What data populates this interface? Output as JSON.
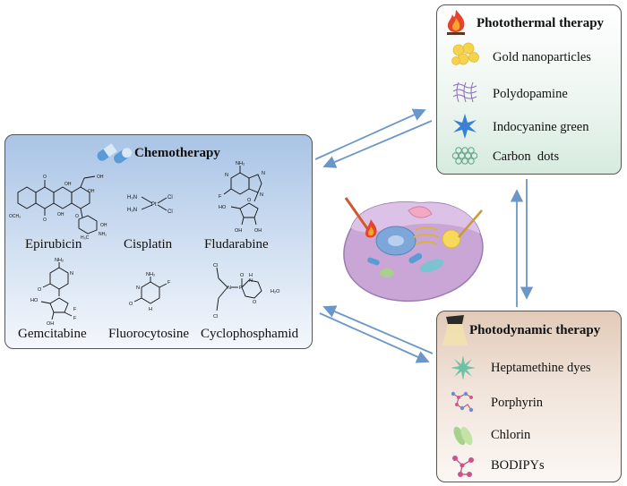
{
  "chemotherapy": {
    "title": "Chemotherapy",
    "drugs": [
      "Epirubicin",
      "Cisplatin",
      "Fludarabine",
      "Gemcitabine",
      "Fluorocytosine",
      "Cyclophosphamid"
    ],
    "structure_text": {
      "epirubicin": [
        "O",
        "OH",
        "OH",
        "OH",
        "OCH₃",
        "O",
        "OH",
        "O",
        "H₃C",
        "OH",
        "NH₂"
      ],
      "cisplatin": [
        "H₃N",
        "H₃N",
        "Pt",
        "Cl",
        "Cl"
      ],
      "fludarabine": [
        "NH₂",
        "N",
        "N",
        "N",
        "F",
        "HO",
        "O",
        "OH",
        "OH"
      ],
      "gemcitabine": [
        "NH₂",
        "N",
        "O",
        "HO",
        "F",
        "OH",
        "F"
      ],
      "fluorocytosine": [
        "NH₂",
        "F",
        "N",
        "O",
        "H"
      ],
      "cyclophosphamid": [
        "Cl",
        "Cl",
        "N",
        "P",
        "O",
        "H",
        "N",
        "O",
        "H₂O"
      ]
    }
  },
  "photothermal": {
    "title": "Photothermal therapy",
    "items": [
      "Gold nanoparticles",
      "Polydopamine",
      "Indocyanine green",
      "Carbon  dots"
    ]
  },
  "photodynamic": {
    "title": "Photodynamic therapy",
    "items": [
      "Heptamethine dyes",
      "Porphyrin",
      "Chlorin",
      "BODIPYs"
    ]
  },
  "colors": {
    "arrow": "#6a96c8",
    "chemo_top": "#a9c4e6",
    "ptt_bottom": "#d6ebde",
    "pdt_top": "#e2cab8",
    "border": "#555555"
  },
  "icons": {
    "chemotherapy": "capsule-icon",
    "photothermal": "flame-icon",
    "photodynamic": "lamp-icon",
    "center": "tumor-cell-illustration",
    "ptt_items": [
      "gold-nanoparticle-icon",
      "polydopamine-icon",
      "indocyanine-green-icon",
      "carbon-dot-icon"
    ],
    "pdt_items": [
      "heptamethine-icon",
      "porphyrin-icon",
      "chlorin-icon",
      "bodipy-icon"
    ]
  }
}
